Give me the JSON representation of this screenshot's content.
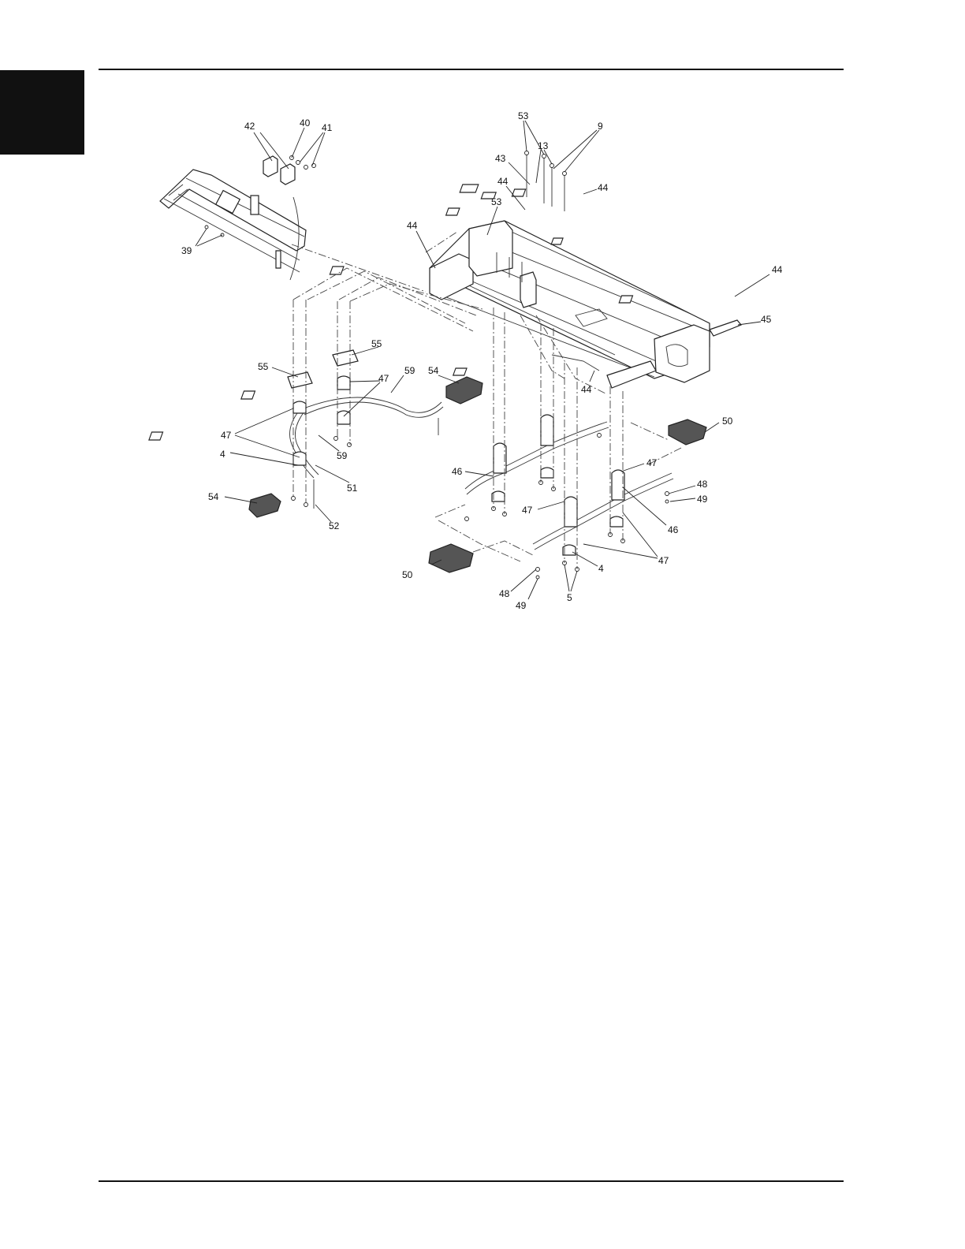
{
  "page": {
    "tab_color": "#111111",
    "rule_color": "#111111"
  },
  "diagram": {
    "callouts": [
      {
        "id": "c42",
        "label": "42"
      },
      {
        "id": "c40",
        "label": "40"
      },
      {
        "id": "c41",
        "label": "41"
      },
      {
        "id": "c39",
        "label": "39"
      },
      {
        "id": "c53a",
        "label": "53"
      },
      {
        "id": "c13",
        "label": "13"
      },
      {
        "id": "c9",
        "label": "9"
      },
      {
        "id": "c43",
        "label": "43"
      },
      {
        "id": "c44a",
        "label": "44"
      },
      {
        "id": "c44b",
        "label": "44"
      },
      {
        "id": "c53b",
        "label": "53"
      },
      {
        "id": "c44c",
        "label": "44"
      },
      {
        "id": "c44d",
        "label": "44"
      },
      {
        "id": "c45",
        "label": "45"
      },
      {
        "id": "c55a",
        "label": "55"
      },
      {
        "id": "c55b",
        "label": "55"
      },
      {
        "id": "c47a",
        "label": "47"
      },
      {
        "id": "c59a",
        "label": "59"
      },
      {
        "id": "c54a",
        "label": "54"
      },
      {
        "id": "c44e",
        "label": "44"
      },
      {
        "id": "c47b",
        "label": "47"
      },
      {
        "id": "c59b",
        "label": "59"
      },
      {
        "id": "c4a",
        "label": "4"
      },
      {
        "id": "c51",
        "label": "51"
      },
      {
        "id": "c54b",
        "label": "54"
      },
      {
        "id": "c52",
        "label": "52"
      },
      {
        "id": "c50a",
        "label": "50"
      },
      {
        "id": "c47c",
        "label": "47"
      },
      {
        "id": "c46a",
        "label": "46"
      },
      {
        "id": "c48a",
        "label": "48"
      },
      {
        "id": "c49a",
        "label": "49"
      },
      {
        "id": "c47d",
        "label": "47"
      },
      {
        "id": "c46b",
        "label": "46"
      },
      {
        "id": "c47e",
        "label": "47"
      },
      {
        "id": "c50b",
        "label": "50"
      },
      {
        "id": "c4b",
        "label": "4"
      },
      {
        "id": "c48b",
        "label": "48"
      },
      {
        "id": "c49b",
        "label": "49"
      },
      {
        "id": "c5",
        "label": "5"
      }
    ]
  }
}
